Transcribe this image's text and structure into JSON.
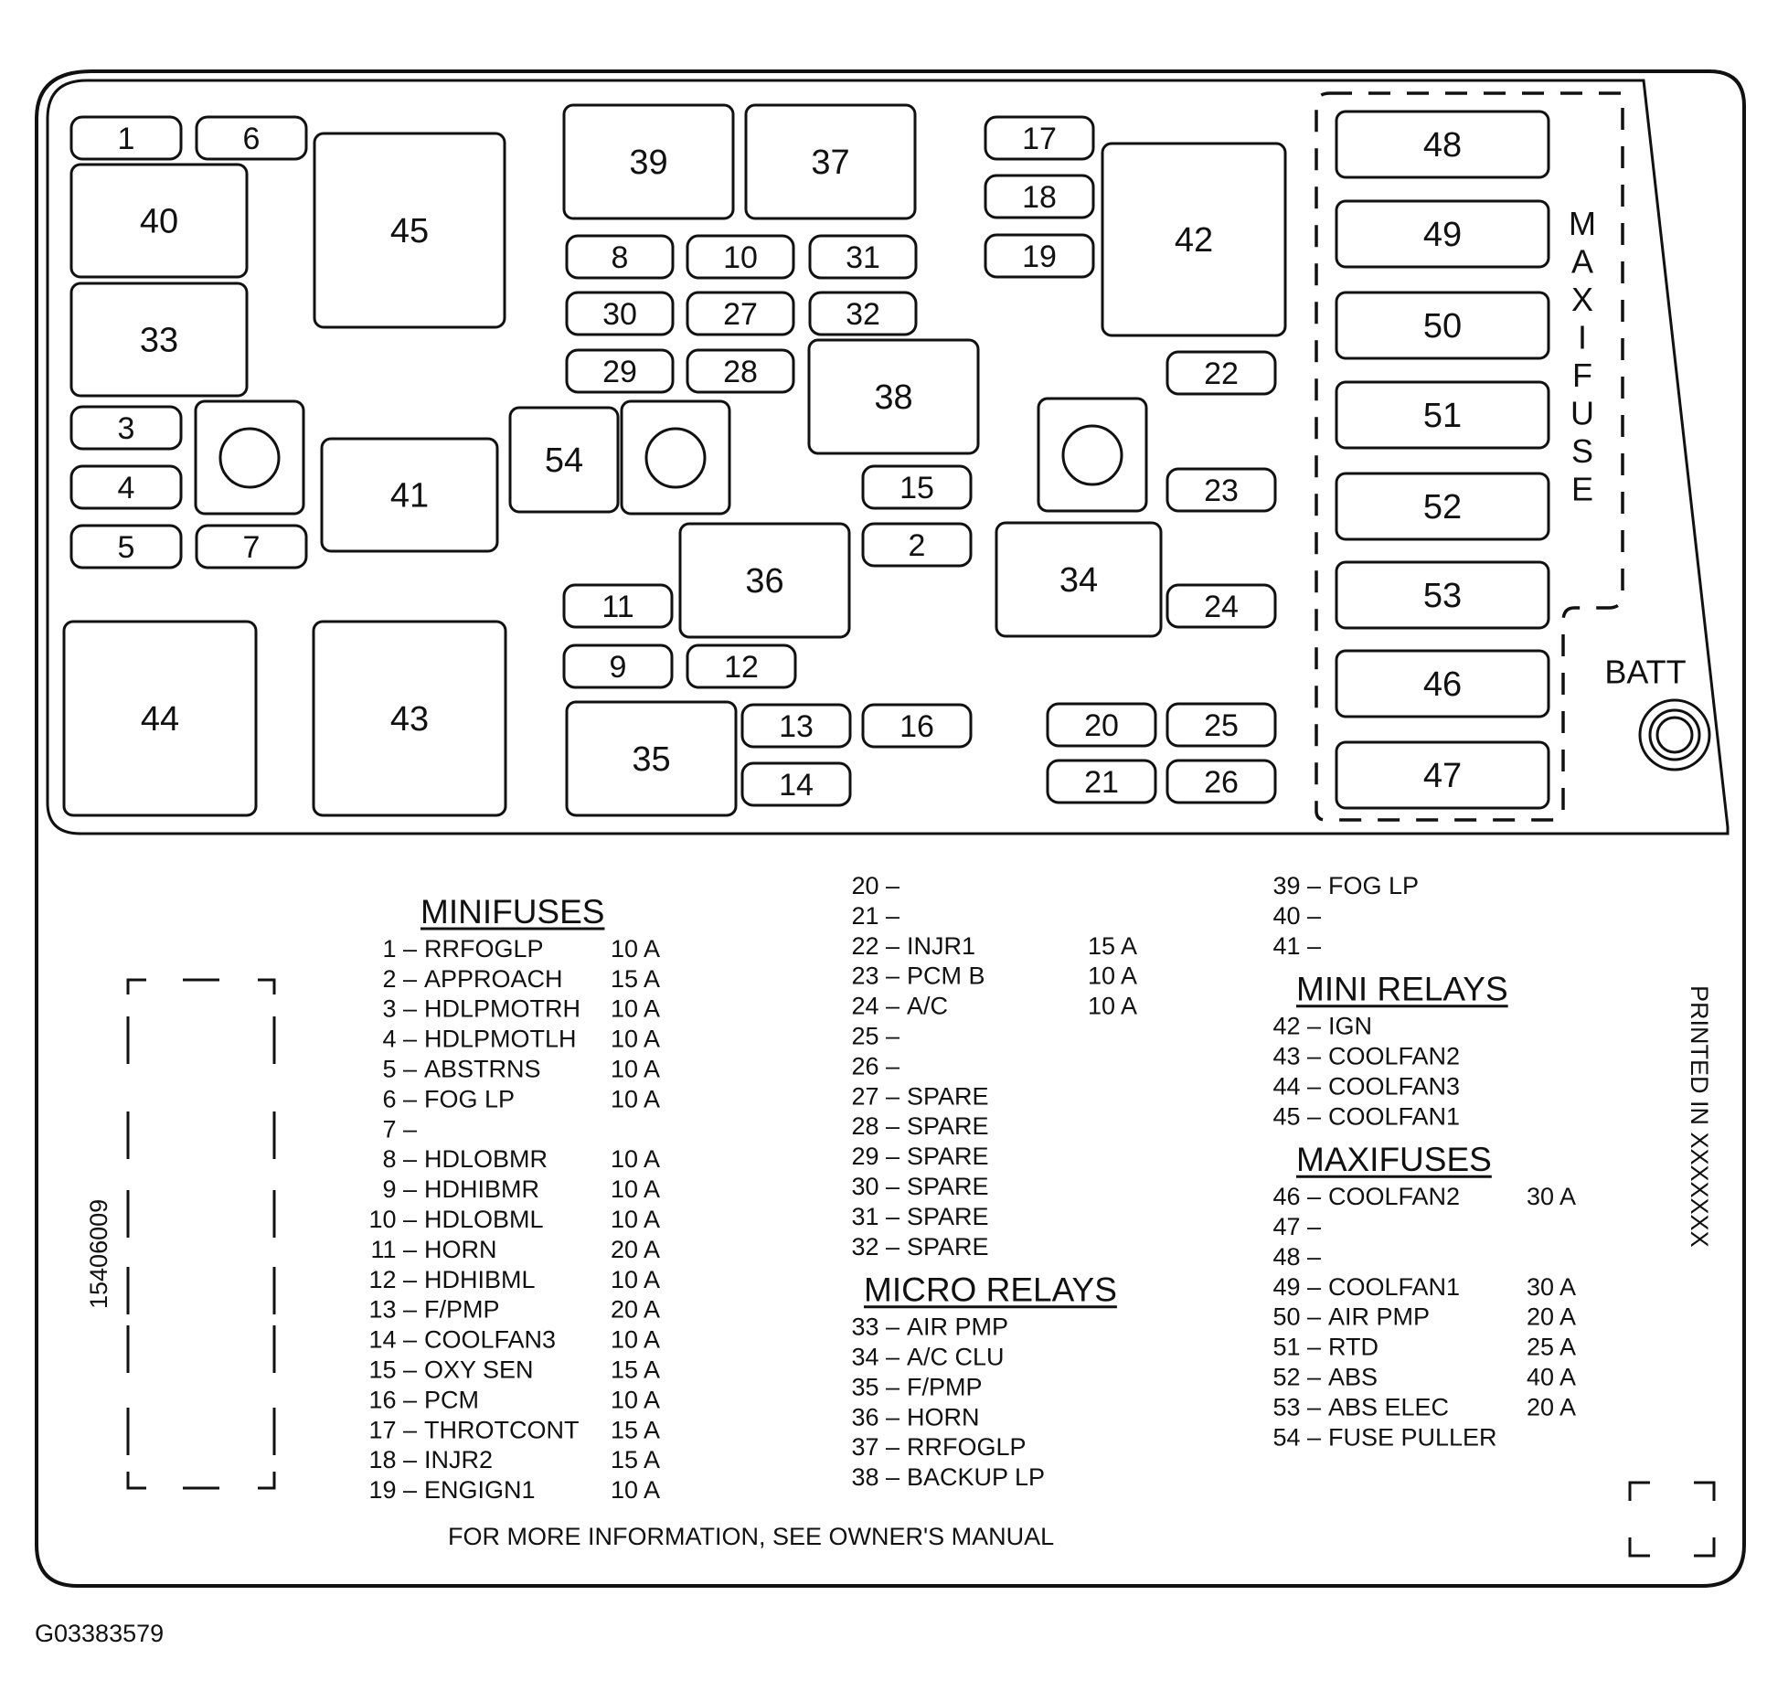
{
  "diagram": {
    "maxifuse_group_label": "MAXIFUSE",
    "batt_label": "BATT",
    "part_number": "15406009",
    "printed_in": "PRINTED IN XXXXXXX",
    "footer_note": "FOR MORE INFORMATION, SEE OWNER'S MANUAL",
    "image_id": "G03383579"
  },
  "components": [
    {
      "id": "1"
    },
    {
      "id": "6"
    },
    {
      "id": "40"
    },
    {
      "id": "33"
    },
    {
      "id": "45"
    },
    {
      "id": "3"
    },
    {
      "id": "4"
    },
    {
      "id": "5"
    },
    {
      "id": "7"
    },
    {
      "id": "41"
    },
    {
      "id": "54"
    },
    {
      "id": "44"
    },
    {
      "id": "43"
    },
    {
      "id": "39"
    },
    {
      "id": "37"
    },
    {
      "id": "8"
    },
    {
      "id": "10"
    },
    {
      "id": "31"
    },
    {
      "id": "30"
    },
    {
      "id": "27"
    },
    {
      "id": "32"
    },
    {
      "id": "29"
    },
    {
      "id": "28"
    },
    {
      "id": "38"
    },
    {
      "id": "15"
    },
    {
      "id": "2"
    },
    {
      "id": "36"
    },
    {
      "id": "11"
    },
    {
      "id": "9"
    },
    {
      "id": "12"
    },
    {
      "id": "35"
    },
    {
      "id": "13"
    },
    {
      "id": "14"
    },
    {
      "id": "16"
    },
    {
      "id": "17"
    },
    {
      "id": "18"
    },
    {
      "id": "19"
    },
    {
      "id": "42"
    },
    {
      "id": "22"
    },
    {
      "id": "23"
    },
    {
      "id": "34"
    },
    {
      "id": "24"
    },
    {
      "id": "20"
    },
    {
      "id": "25"
    },
    {
      "id": "21"
    },
    {
      "id": "26"
    },
    {
      "id": "48"
    },
    {
      "id": "49"
    },
    {
      "id": "50"
    },
    {
      "id": "51"
    },
    {
      "id": "52"
    },
    {
      "id": "53"
    },
    {
      "id": "46"
    },
    {
      "id": "47"
    }
  ],
  "legend": {
    "col1": [
      {
        "type": "header",
        "text": "MINIFUSES"
      },
      {
        "num": "1",
        "name": "RRFOGLP",
        "amp": "10 A"
      },
      {
        "num": "2",
        "name": "APPROACH",
        "amp": "15 A"
      },
      {
        "num": "3",
        "name": "HDLPMOTRH",
        "amp": "10 A"
      },
      {
        "num": "4",
        "name": "HDLPMOTLH",
        "amp": "10 A"
      },
      {
        "num": "5",
        "name": "ABSTRNS",
        "amp": "10 A"
      },
      {
        "num": "6",
        "name": "FOG LP",
        "amp": "10 A"
      },
      {
        "num": "7",
        "name": "",
        "amp": ""
      },
      {
        "num": "8",
        "name": "HDLOBMR",
        "amp": "10 A"
      },
      {
        "num": "9",
        "name": "HDHIBMR",
        "amp": "10 A"
      },
      {
        "num": "10",
        "name": "HDLOBML",
        "amp": "10 A"
      },
      {
        "num": "11",
        "name": "HORN",
        "amp": "20 A"
      },
      {
        "num": "12",
        "name": "HDHIBML",
        "amp": "10 A"
      },
      {
        "num": "13",
        "name": "F/PMP",
        "amp": "20 A"
      },
      {
        "num": "14",
        "name": "COOLFAN3",
        "amp": "10 A"
      },
      {
        "num": "15",
        "name": "OXY SEN",
        "amp": "15 A"
      },
      {
        "num": "16",
        "name": "PCM",
        "amp": "10 A"
      },
      {
        "num": "17",
        "name": "THROTCONT",
        "amp": "15 A"
      },
      {
        "num": "18",
        "name": "INJR2",
        "amp": "15 A"
      },
      {
        "num": "19",
        "name": "ENGIGN1",
        "amp": "10 A"
      }
    ],
    "col2": [
      {
        "num": "20",
        "name": "",
        "amp": ""
      },
      {
        "num": "21",
        "name": "",
        "amp": ""
      },
      {
        "num": "22",
        "name": "INJR1",
        "amp": "15 A"
      },
      {
        "num": "23",
        "name": "PCM B",
        "amp": "10 A"
      },
      {
        "num": "24",
        "name": "A/C",
        "amp": "10 A"
      },
      {
        "num": "25",
        "name": "",
        "amp": ""
      },
      {
        "num": "26",
        "name": "",
        "amp": ""
      },
      {
        "num": "27",
        "name": "SPARE",
        "amp": ""
      },
      {
        "num": "28",
        "name": "SPARE",
        "amp": ""
      },
      {
        "num": "29",
        "name": "SPARE",
        "amp": ""
      },
      {
        "num": "30",
        "name": "SPARE",
        "amp": ""
      },
      {
        "num": "31",
        "name": "SPARE",
        "amp": ""
      },
      {
        "num": "32",
        "name": "SPARE",
        "amp": ""
      },
      {
        "type": "header",
        "text": "MICRO RELAYS"
      },
      {
        "num": "33",
        "name": "AIR PMP",
        "amp": ""
      },
      {
        "num": "34",
        "name": "A/C CLU",
        "amp": ""
      },
      {
        "num": "35",
        "name": "F/PMP",
        "amp": ""
      },
      {
        "num": "36",
        "name": "HORN",
        "amp": ""
      },
      {
        "num": "37",
        "name": "RRFOGLP",
        "amp": ""
      },
      {
        "num": "38",
        "name": "BACKUP LP",
        "amp": ""
      }
    ],
    "col3": [
      {
        "num": "39",
        "name": "FOG LP",
        "amp": ""
      },
      {
        "num": "40",
        "name": "",
        "amp": ""
      },
      {
        "num": "41",
        "name": "",
        "amp": ""
      },
      {
        "type": "header",
        "text": "MINI RELAYS"
      },
      {
        "num": "42",
        "name": "IGN",
        "amp": ""
      },
      {
        "num": "43",
        "name": "COOLFAN2",
        "amp": ""
      },
      {
        "num": "44",
        "name": "COOLFAN3",
        "amp": ""
      },
      {
        "num": "45",
        "name": "COOLFAN1",
        "amp": ""
      },
      {
        "type": "header",
        "text": "MAXIFUSES"
      },
      {
        "num": "46",
        "name": "COOLFAN2",
        "amp": "30 A"
      },
      {
        "num": "47",
        "name": "",
        "amp": ""
      },
      {
        "num": "48",
        "name": "",
        "amp": ""
      },
      {
        "num": "49",
        "name": "COOLFAN1",
        "amp": "30 A"
      },
      {
        "num": "50",
        "name": "AIR PMP",
        "amp": "20 A"
      },
      {
        "num": "51",
        "name": "RTD",
        "amp": "25 A"
      },
      {
        "num": "52",
        "name": "ABS",
        "amp": "40 A"
      },
      {
        "num": "53",
        "name": "ABS ELEC",
        "amp": "20 A"
      },
      {
        "num": "54",
        "name": "FUSE PULLER",
        "amp": ""
      }
    ]
  }
}
